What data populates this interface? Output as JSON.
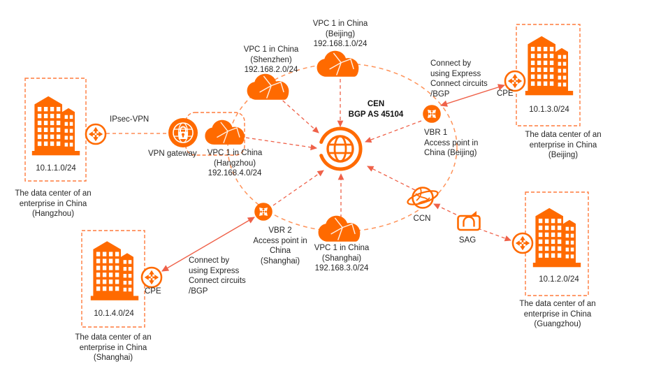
{
  "colors": {
    "icon_orange": "#FF6A00",
    "dash_orange": "#FF8C55",
    "arrow_salmon": "#EF6149",
    "text": "#262626"
  },
  "cen": {
    "label": "CEN\nBGP AS 45104"
  },
  "vpcs": {
    "beijing": {
      "label": "VPC 1 in China\n(Beijing)\n192.168.1.0/24"
    },
    "shenzhen": {
      "label": "VPC 1 in China\n(Shenzhen)\n192.168.2.0/24"
    },
    "hangzhou": {
      "label": "VPC 1 in China\n(Hangzhou)\n192.168.4.0/24"
    },
    "shanghai": {
      "label": "VPC 1 in China\n(Shanghai)\n192.168.3.0/24"
    }
  },
  "gateways": {
    "vbr1": {
      "label": "VBR 1\nAccess point in\nChina (Beijing)"
    },
    "vbr2": {
      "label": "VBR 2\nAccess point in\nChina\n(Shanghai)"
    },
    "ccn": {
      "label": "CCN"
    },
    "sag": {
      "label": "SAG"
    },
    "vpn_gateway": {
      "label": "VPN gateway"
    },
    "cpe_top": {
      "label": "CPE"
    },
    "cpe_bottom": {
      "label": "CPE"
    }
  },
  "connections": {
    "ipsec": "IPsec-VPN",
    "express_top": "Connect by\nusing Express\nConnect circuits\n/BGP",
    "express_bottom": "Connect by\nusing Express\nConnect circuits\n/BGP"
  },
  "datacenters": {
    "hangzhou": {
      "cidr": "10.1.1.0/24",
      "caption": "The data center of an\nenterprise in China\n(Hangzhou)"
    },
    "beijing": {
      "cidr": "10.1.3.0/24",
      "caption": "The data center of an\nenterprise in China (Beijing)"
    },
    "shanghai": {
      "cidr": "10.1.4.0/24",
      "caption": "The data center of an\nenterprise in China\n(Shanghai)"
    },
    "guangzhou": {
      "cidr": "10.1.2.0/24",
      "caption": "The data center of an\nenterprise in China\n(Guangzhou)"
    }
  },
  "icons": [
    "cen-globe-icon",
    "vpc-cloud-icon",
    "vbr-icon",
    "ccn-icon",
    "sag-icon",
    "vpn-gateway-icon",
    "cpe-router-icon",
    "datacenter-building-icon"
  ]
}
